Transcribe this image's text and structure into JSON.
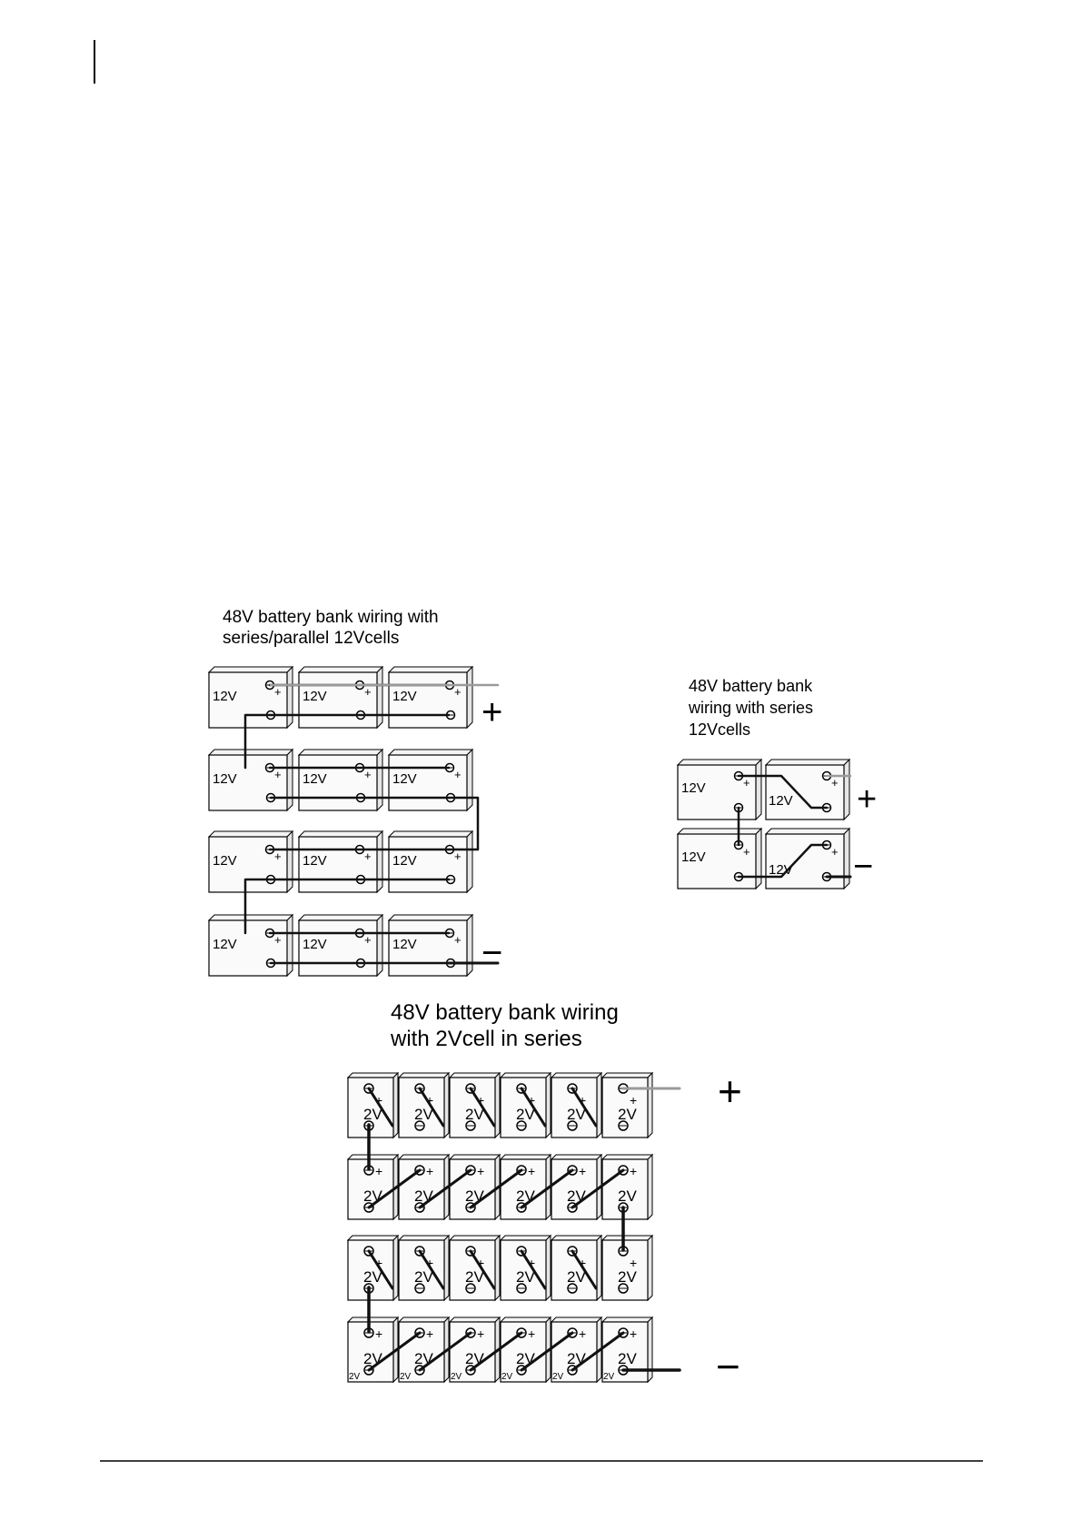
{
  "diagram_a": {
    "caption_lines": [
      "48V battery bank wiring with",
      "series/parallel 12Vcells"
    ],
    "cell_label": "12V",
    "plus_symbol": "+",
    "minus_symbol": "−"
  },
  "diagram_b": {
    "caption_lines": [
      "48V battery bank",
      "wiring with series",
      "12Vcells"
    ],
    "cell_label": "12V",
    "plus_symbol": "+",
    "minus_symbol": "−"
  },
  "diagram_c": {
    "caption_lines": [
      "48V battery bank wiring",
      "with 2Vcell in series"
    ],
    "cell_label": "2V",
    "plus_symbol": "+",
    "minus_symbol": "−"
  },
  "colors": {
    "line": "#000000",
    "wire": "#111111",
    "positive_lead": "#9a9a9a",
    "page": "#ffffff"
  }
}
